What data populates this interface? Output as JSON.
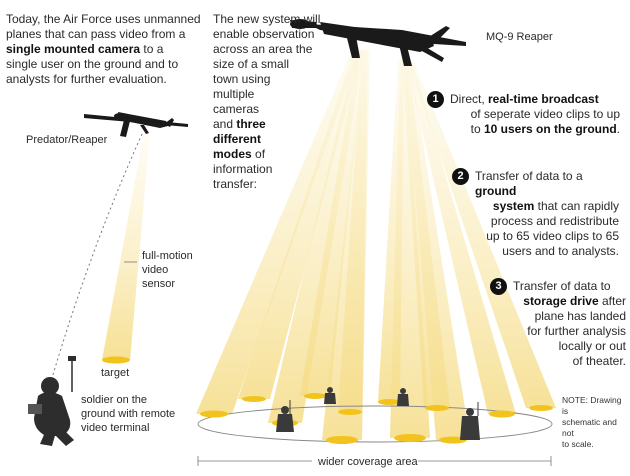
{
  "intro": {
    "line1": "Today, the Air Force uses unmanned",
    "line2": "planes that can pass video from a",
    "line3_bold": "single mounted camera",
    "line3_rest": " to a",
    "line4": "single user on the ground and to",
    "line5": "analysts for further evaluation."
  },
  "left_labels": {
    "predator": "Predator/Reaper",
    "sensor_l1": "full-motion",
    "sensor_l2": "video",
    "sensor_l3": "sensor",
    "target": "target",
    "soldier_l1": "soldier on the",
    "soldier_l2": "ground with remote",
    "soldier_l3": "video terminal"
  },
  "new_system": {
    "l1": "The new system will",
    "l2": "enable observation",
    "l3": "across an area the",
    "l4": "size of a small",
    "l5": "town using",
    "l6": "multiple",
    "l7": "cameras",
    "l8_plain": "and ",
    "l8_bold": "three",
    "l9_bold": "different",
    "l10_bold": "modes",
    "l10_rest": " of",
    "l11": "information",
    "l12": "transfer:"
  },
  "aircraft_label": "MQ-9 Reaper",
  "modes": [
    {
      "number": "1",
      "l1_plain": "Direct, ",
      "l1_bold": "real-time broadcast",
      "l2": "of seperate video clips to up",
      "l3_plain": "to ",
      "l3_bold": "10 users on the ground",
      "l3_end": "."
    },
    {
      "number": "2",
      "l1_plain": "Transfer of data to a ",
      "l1_bold": "ground",
      "l2_bold": "system",
      "l2_rest": " that can rapidly",
      "l3": "process and redistribute",
      "l4": "up to 65 video clips to 65",
      "l5": "users and to analysts."
    },
    {
      "number": "3",
      "l1": "Transfer of data to",
      "l2_bold": "storage drive",
      "l2_rest": " after",
      "l3": "plane has landed",
      "l4": "for further analysis",
      "l5": "locally or out",
      "l6": "of theater."
    }
  ],
  "note": {
    "l1": "NOTE: Drawing is",
    "l2": "schematic and not",
    "l3": "to scale."
  },
  "coverage_label": "wider coverage area",
  "colors": {
    "beam": "#f7e4a0",
    "spot": "#f2c31c",
    "silhouette": "#1a1a1a",
    "number_badge": "#111111"
  }
}
